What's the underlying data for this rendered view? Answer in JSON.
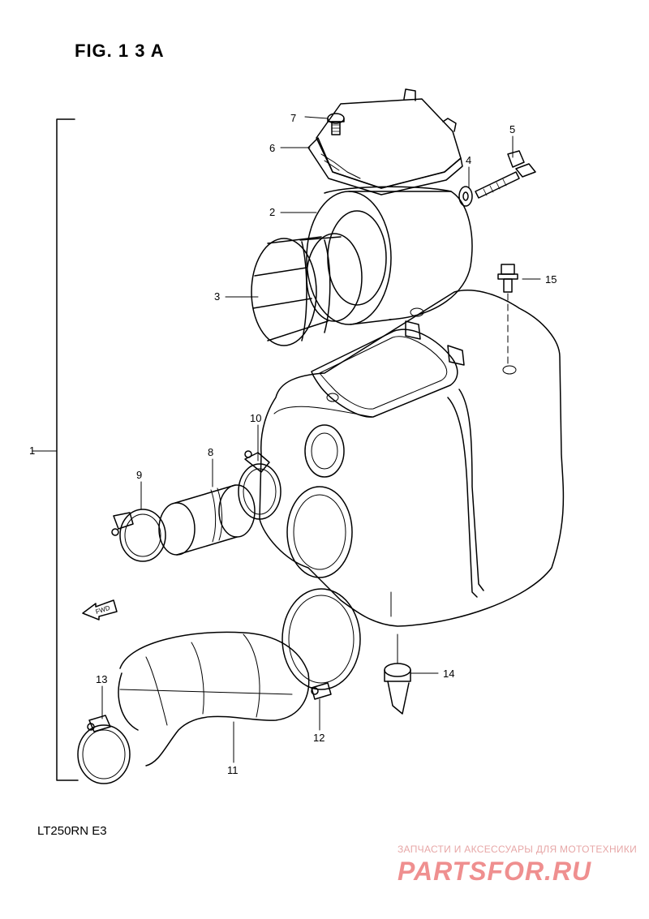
{
  "title": "FIG. 1 3 A",
  "model": "LT250RN  E3",
  "fwd_label": "FWD",
  "watermark": {
    "subtitle": "ЗАПЧАСТИ И АКСЕССУАРЫ ДЛЯ МОТОТЕХНИКИ",
    "brand": "PARTSFOR.RU"
  },
  "callouts": {
    "p1": "1",
    "p2": "2",
    "p3": "3",
    "p4": "4",
    "p5": "5",
    "p6": "6",
    "p7": "7",
    "p8": "8",
    "p9": "9",
    "p10": "10",
    "p11": "11",
    "p12": "12",
    "p13": "13",
    "p14": "14",
    "p15": "15"
  }
}
